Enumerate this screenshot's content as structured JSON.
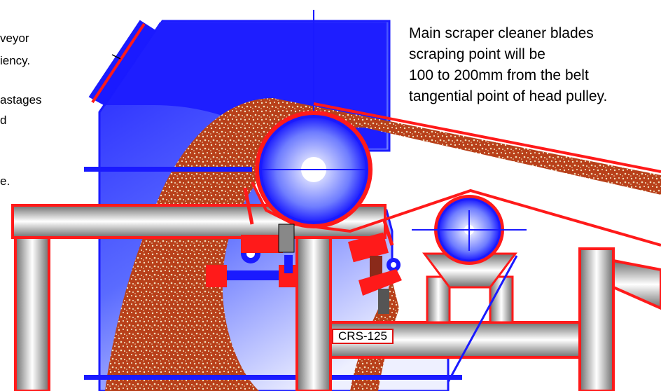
{
  "left_fragments": [
    "veyor",
    "iency.",
    "astages",
    "d",
    "e."
  ],
  "note_lines": [
    "Main scraper cleaner blades",
    "scraping point will be",
    "100 to 200mm from the belt",
    "tangential point of head pulley."
  ],
  "tag_label": "CRS-125",
  "colors": {
    "chute": "#1a1aff",
    "belt": "#ff1a1a",
    "material": "#b8401a",
    "pipe_dark": "#555555",
    "pipe_light": "#ffffff"
  }
}
